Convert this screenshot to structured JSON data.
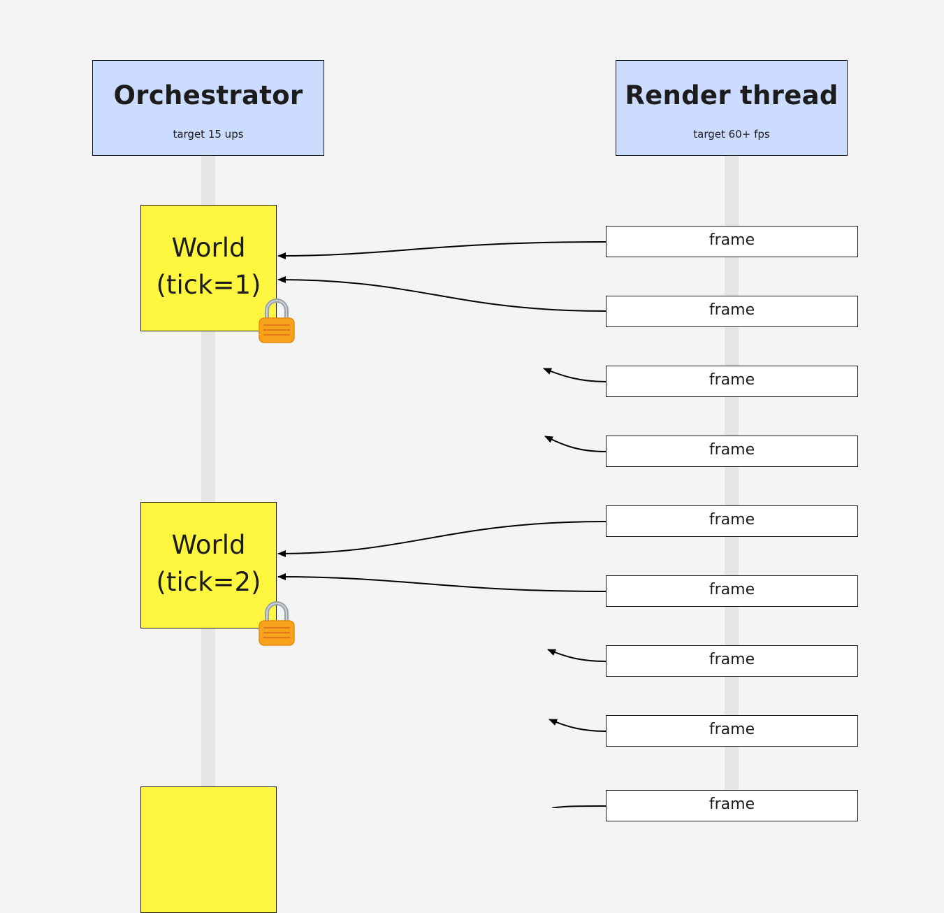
{
  "orchestrator": {
    "title": "Orchestrator",
    "subtitle": "target 15 ups"
  },
  "render_thread": {
    "title": "Render thread",
    "subtitle": "target 60+ fps"
  },
  "worlds": [
    {
      "label_line1": "World",
      "label_line2": "(tick=1)",
      "locked": true
    },
    {
      "label_line1": "World",
      "label_line2": "(tick=2)",
      "locked": true
    },
    {
      "label_line1": "",
      "label_line2": "",
      "locked": false
    }
  ],
  "frames": [
    "frame",
    "frame",
    "frame",
    "frame",
    "frame",
    "frame",
    "frame",
    "frame",
    "frame"
  ],
  "icons": {
    "lock": "lock-icon",
    "arrow": "arrowhead"
  },
  "colors": {
    "background": "#f4f4f4",
    "lifeline": "#e6e6e6",
    "actor_fill": "#ccdcff",
    "world_fill": "#fff640",
    "frame_fill": "#ffffff",
    "lock_body": "#f7a21b",
    "lock_shackle": "#9aa3ad"
  }
}
